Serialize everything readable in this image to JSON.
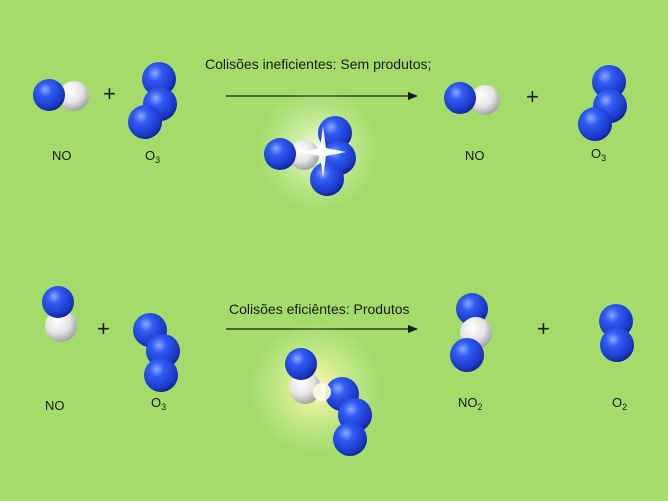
{
  "colors": {
    "background": "#a4dc6c",
    "atom_blue": "#1f47e0",
    "atom_white": "#e6e6e6"
  },
  "plus": "+",
  "row1": {
    "caption": "Colisões ineficientes: Sem produtos;",
    "reactant_a": {
      "main": "NO",
      "sub": ""
    },
    "reactant_b": {
      "main": "O",
      "sub": "3"
    },
    "product_a": {
      "main": "NO",
      "sub": ""
    },
    "product_b": {
      "main": "O",
      "sub": "3"
    }
  },
  "row2": {
    "caption": "Colisões eficiêntes: Produtos",
    "reactant_a": {
      "main": "NO",
      "sub": ""
    },
    "reactant_b": {
      "main": "O",
      "sub": "3"
    },
    "product_a": {
      "main": "NO",
      "sub": "2"
    },
    "product_b": {
      "main": "O",
      "sub": "2"
    }
  }
}
